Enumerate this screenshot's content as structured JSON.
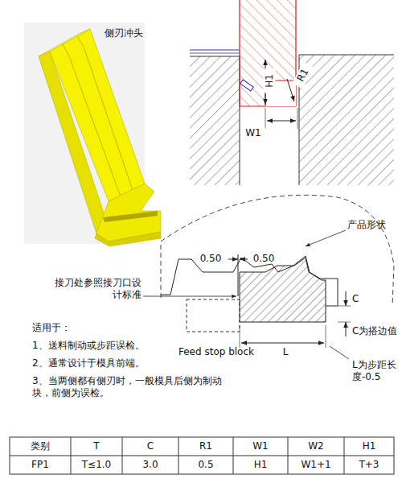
{
  "diagram": {
    "labels": [
      "侧刃冲头",
      "H1",
      "R1",
      "W1",
      "0.50",
      "0.50",
      "产品形状",
      "接刀处参照接刀口设计标准",
      "C",
      "C为搭边值",
      "L",
      "L为步距长度-0.5",
      "Feed stop block",
      "适用于：",
      "1、送料制动或步距误检。",
      "2、通常设计于模具前端。",
      "3、当两侧都有侧刃时，一般模具后侧为制动块，前侧为误检。",
      "类别",
      "T",
      "C",
      "R1",
      "W1",
      "W2",
      "H1",
      "FP1",
      "T≤1.0",
      "3.0",
      "0.5",
      "H1",
      "W1+1",
      "T+3"
    ]
  }
}
